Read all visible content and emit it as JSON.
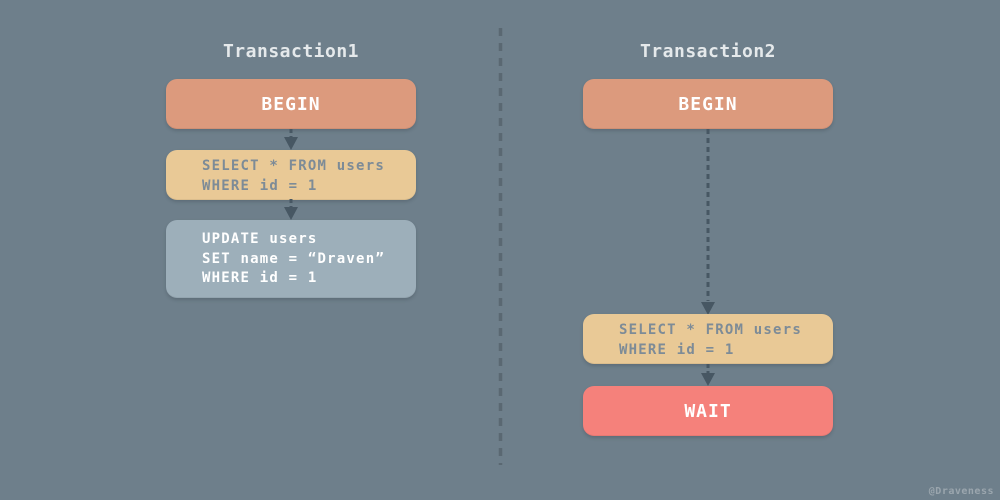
{
  "colors": {
    "background": "#6E7F8B",
    "begin_fill": "#DC9A7D",
    "select_fill": "#E9C996",
    "update_fill": "#9DAFBA",
    "wait_fill": "#F5817B",
    "arrow_stroke": "#475763",
    "divider_stroke": "#5A6872",
    "title_text": "#E5E9EB",
    "sql_text_muted": "#7D8B97",
    "text_white": "#FFFFFF",
    "watermark_text": "#9BA6AE"
  },
  "transaction1": {
    "title": "Transaction1",
    "begin_label": "BEGIN",
    "select_line1": "SELECT * FROM users",
    "select_line2": "WHERE id = 1",
    "update_line1": "UPDATE users",
    "update_line2": "SET name = “Draven”",
    "update_line3": "WHERE id = 1"
  },
  "transaction2": {
    "title": "Transaction2",
    "begin_label": "BEGIN",
    "select_line1": "SELECT * FROM users",
    "select_line2": "WHERE id = 1",
    "wait_label": "WAIT"
  },
  "watermark": "@Draveness"
}
